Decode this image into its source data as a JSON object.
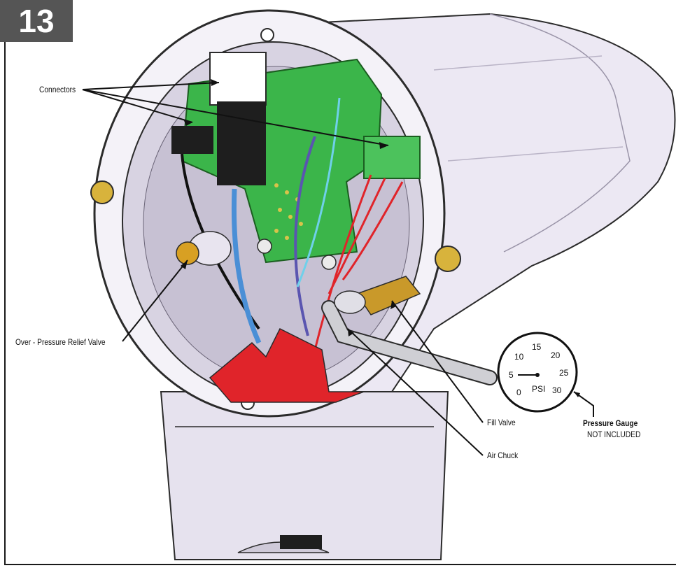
{
  "step": {
    "number": "13"
  },
  "callouts": {
    "connectors": "Connectors",
    "relief_valve": "Over - Pressure Relief Valve",
    "fill_valve": "Fill Valve",
    "air_chuck": "Air Chuck",
    "gauge_title": "Pressure Gauge",
    "gauge_note": "NOT INCLUDED"
  },
  "gauge": {
    "unit": "PSI",
    "ticks": [
      "0",
      "5",
      "10",
      "15",
      "20",
      "25",
      "30"
    ]
  },
  "colors": {
    "badge": "#555555",
    "housing": "#ece8f3",
    "pcb": "#3bb54a",
    "boot": "#e0242a",
    "brass": "#c9992a",
    "wire_blue": "#4a8fd6"
  }
}
